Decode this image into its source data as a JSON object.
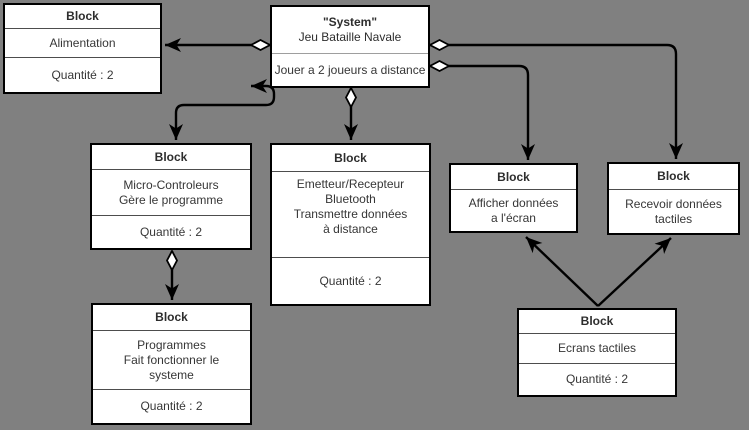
{
  "background_color": "#808080",
  "block_fill": "#ffffff",
  "line_color": "#000000",
  "blocks": {
    "alimentation": {
      "header": "Block",
      "name": "Alimentation",
      "quantity": "Quantité : 2"
    },
    "system": {
      "title": "\"System\"",
      "name": "Jeu Bataille Navale",
      "operation": "Jouer a 2 joueurs a distance"
    },
    "micro_controleurs": {
      "header": "Block",
      "description": "Micro-Controleurs\nGère le programme",
      "quantity": "Quantité : 2"
    },
    "programmes": {
      "header": "Block",
      "description": "Programmes\nFait fonctionner le\nsysteme",
      "quantity": "Quantité : 2"
    },
    "emetteur": {
      "header": "Block",
      "description": "Emetteur/Recepteur\nBluetooth\nTransmettre données\nà distance",
      "quantity": "Quantité : 2"
    },
    "afficher": {
      "header": "Block",
      "description": "Afficher données\na l'écran"
    },
    "recevoir": {
      "header": "Block",
      "description": "Recevoir données\ntactiles"
    },
    "ecrans": {
      "header": "Block",
      "name": "Ecrans tactiles",
      "quantity": "Quantité : 2"
    }
  },
  "connectors": [
    {
      "from": "system",
      "to": "alimentation",
      "ends": "hollow-diamond / arrow"
    },
    {
      "from": "system",
      "to": "micro_controleurs",
      "ends": "arrow / arrow"
    },
    {
      "from": "system",
      "to": "emetteur",
      "ends": "hollow-diamond / arrow"
    },
    {
      "from": "system",
      "to": "recevoir",
      "ends": "hollow-diamond / arrow"
    },
    {
      "from": "system",
      "to": "afficher",
      "ends": "hollow-diamond / arrow"
    },
    {
      "from": "micro_controleurs",
      "to": "programmes",
      "ends": "hollow-diamond / arrow"
    },
    {
      "from": "ecrans",
      "to": "afficher",
      "ends": "arrow"
    },
    {
      "from": "ecrans",
      "to": "recevoir",
      "ends": "arrow"
    }
  ]
}
